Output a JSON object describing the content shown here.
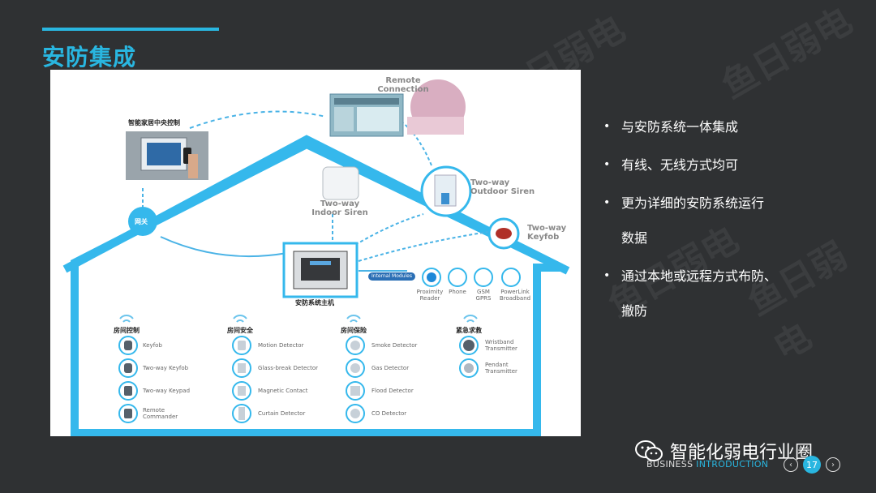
{
  "slide": {
    "title": "安防集成",
    "page_number": "17",
    "footer_business": "BUSINESS",
    "footer_introduction": "INTRODUCTION",
    "brand": "智能化弱电行业圈",
    "watermark": "鱼日弱电"
  },
  "bullets": [
    {
      "text": "与安防系统一体集成",
      "continuation": ""
    },
    {
      "text": "有线、无线方式均可",
      "continuation": ""
    },
    {
      "text": "更为详细的安防系统运行",
      "continuation": "数据"
    },
    {
      "text": "通过本地或远程方式布防、",
      "continuation": "撤防"
    }
  ],
  "diagram": {
    "remote_connection": "Remote\nConnection",
    "smart_home_control": "智能家居中央控制",
    "gateway": "网关",
    "indoor_siren": "Two-way\nIndoor Siren",
    "outdoor_siren": "Two-way\nOutdoor Siren",
    "keyfob_two_way": "Two-way\nKeyfob",
    "security_host": "安防系统主机",
    "internal_modules": "Internal Modules",
    "modules": [
      {
        "label": "Proximity\nReader"
      },
      {
        "label": "Phone"
      },
      {
        "label": "GSM\nGPRS"
      },
      {
        "label": "PowerLink\nBroadband"
      }
    ],
    "groups": [
      {
        "title": "房间控制",
        "items": [
          "Keyfob",
          "Two-way Keyfob",
          "Two-way Keypad",
          "Remote\nCommander"
        ]
      },
      {
        "title": "房间安全",
        "items": [
          "Motion Detector",
          "Glass-break Detector",
          "Magnetic Contact",
          "Curtain Detector"
        ]
      },
      {
        "title": "房间保险",
        "items": [
          "Smoke Detector",
          "Gas Detector",
          "Flood Detector",
          "CO Detector"
        ]
      },
      {
        "title": "紧急求救",
        "items": [
          "Wristband\nTransmitter",
          "Pendant\nTransmitter"
        ]
      }
    ]
  },
  "colors": {
    "background": "#2f3133",
    "accent": "#29b6e0",
    "diagram_blue": "#35b8ec"
  }
}
